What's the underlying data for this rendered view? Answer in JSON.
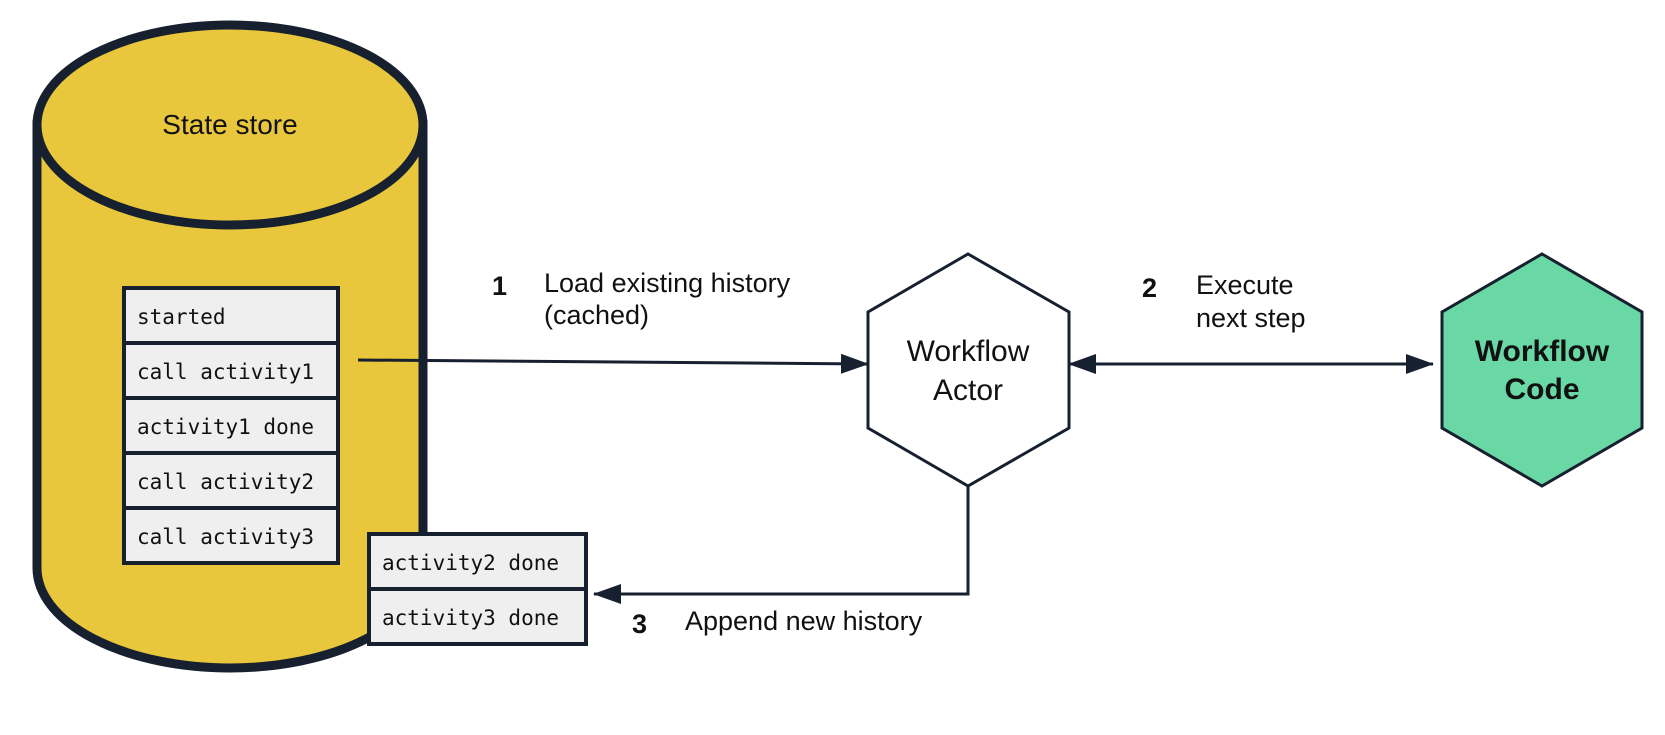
{
  "state_store": {
    "label": "State store",
    "fill_color": "#e8c73c",
    "outline_color": "#17202e",
    "history": [
      "started",
      "call activity1",
      "activity1 done",
      "call activity2",
      "call activity3"
    ]
  },
  "new_history": [
    "activity2 done",
    "activity3 done"
  ],
  "workflow_actor": {
    "line1": "Workflow",
    "line2": "Actor",
    "fill_color": "#ffffff"
  },
  "workflow_code": {
    "line1": "Workflow",
    "line2": "Code",
    "fill_color": "#69d8a5"
  },
  "steps": [
    {
      "number": "1",
      "line1": "Load existing history",
      "line2": "(cached)"
    },
    {
      "number": "2",
      "line1": "Execute",
      "line2": "next step"
    },
    {
      "number": "3",
      "line1": "Append new history"
    }
  ]
}
